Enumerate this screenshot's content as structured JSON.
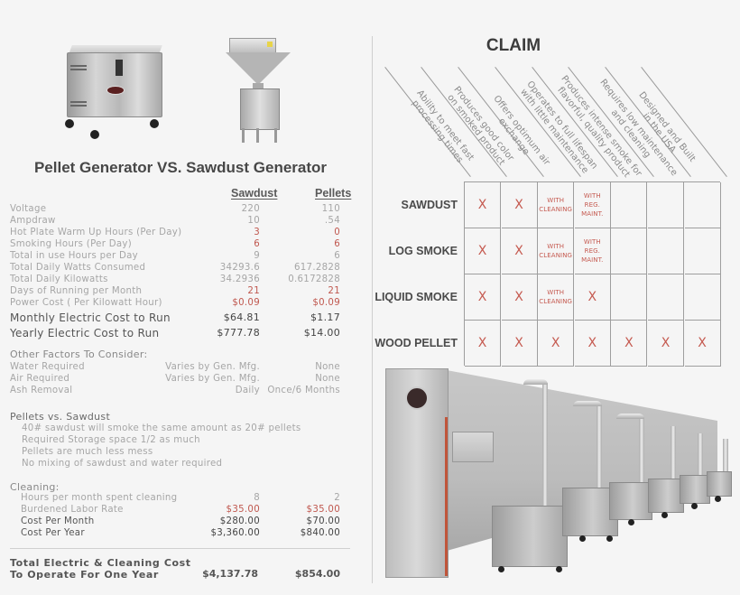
{
  "left_panel": {
    "images": [
      "sawdust-generator-image",
      "pellet-generator-image"
    ],
    "title": "Pellet Generator VS. Sawdust Generator",
    "columns": {
      "sawdust": "Sawdust",
      "pellets": "Pellets"
    },
    "electric_rows": [
      {
        "label": "Voltage",
        "sawdust": "220",
        "pellets": "110"
      },
      {
        "label": "Ampdraw",
        "sawdust": "10",
        "pellets": ".54"
      },
      {
        "label": "Hot Plate Warm Up Hours (Per Day)",
        "sawdust": "3",
        "pellets": "0"
      },
      {
        "label": "Smoking Hours (Per Day)",
        "sawdust": "6",
        "pellets": "6"
      },
      {
        "label": "Total in use Hours per Day",
        "sawdust": "9",
        "pellets": "6"
      },
      {
        "label": "Total Daily Watts Consumed",
        "sawdust": "34293.6",
        "pellets": "617.2828"
      },
      {
        "label": "Total Daily Kilowatts",
        "sawdust": "34.2936",
        "pellets": "0.6172828"
      },
      {
        "label": "Days of Running per Month",
        "sawdust": "21",
        "pellets": "21"
      },
      {
        "label": "Power Cost ( Per Kilowatt Hour)",
        "sawdust": "$0.09",
        "pellets": "$0.09"
      },
      {
        "label": "Monthly Electric Cost to Run",
        "sawdust": "$64.81",
        "pellets": "$1.17"
      },
      {
        "label": "Yearly Electric Cost to Run",
        "sawdust": "$777.78",
        "pellets": "$14.00"
      }
    ],
    "other_factors": {
      "heading": "Other Factors To Consider:",
      "rows": [
        {
          "label": "Water Required",
          "sawdust": "Varies by Gen. Mfg.",
          "pellets": "None"
        },
        {
          "label": "Air Required",
          "sawdust": "Varies by Gen. Mfg.",
          "pellets": "None"
        },
        {
          "label": "Ash Removal",
          "sawdust": "Daily",
          "pellets": "Once/6 Months"
        }
      ]
    },
    "pellets_vs_sawdust": {
      "heading": "Pellets vs. Sawdust",
      "bullets": [
        "40# sawdust will smoke the same amount as 20# pellets",
        "Required Storage space 1/2 as much",
        "Pellets are much less mess",
        "No mixing of sawdust and water required"
      ]
    },
    "cleaning": {
      "heading": "Cleaning:",
      "rows": [
        {
          "label": "Hours per month spent cleaning",
          "sawdust": "8",
          "pellets": "2"
        },
        {
          "label": "Burdened Labor Rate",
          "sawdust": "$35.00",
          "pellets": "$35.00"
        },
        {
          "label": "Cost Per Month",
          "sawdust": "$280.00",
          "pellets": "$70.00"
        },
        {
          "label": "Cost Per Year",
          "sawdust": "$3,360.00",
          "pellets": "$840.00"
        }
      ]
    },
    "total": {
      "line1": "Total Electric & Cleaning Cost",
      "line2": "To Operate For One Year",
      "sawdust": "$4,137.78",
      "pellets": "$854.00"
    }
  },
  "claim_panel": {
    "title": "CLAIM",
    "claims": [
      [
        "Ability to meet fast",
        "processing times"
      ],
      [
        "Produces good color",
        "on smoked product"
      ],
      [
        "Offers optimum air",
        "exchange"
      ],
      [
        "Operates to full lifespan",
        "with little maintenance"
      ],
      [
        "Produces intense smoke for",
        "flavorful, quality product"
      ],
      [
        "Requires low maintenance",
        "and cleaning"
      ],
      [
        "Designed and Built",
        "in the USA"
      ]
    ],
    "rows": [
      {
        "label": "SAWDUST",
        "cells": [
          "X",
          "X",
          "WITH\nCLEANING",
          "WITH\nREG.\nMAINT.",
          "",
          "",
          ""
        ]
      },
      {
        "label": "LOG SMOKE",
        "cells": [
          "X",
          "X",
          "WITH\nCLEANING",
          "WITH\nREG.\nMAINT.",
          "",
          "",
          ""
        ]
      },
      {
        "label": "LIQUID SMOKE",
        "cells": [
          "X",
          "X",
          "WITH\nCLEANING",
          "X",
          "",
          "",
          ""
        ]
      },
      {
        "label": "WOOD PELLET",
        "cells": [
          "X",
          "X",
          "X",
          "X",
          "X",
          "X",
          "X"
        ]
      }
    ],
    "image": "smokehouse-with-pellet-generators-image"
  },
  "colors": {
    "background": "#f5f5f5",
    "accent_red": "#c55a50",
    "text_gray": "#a6a6a6",
    "text_dark": "#444444",
    "grid_line": "#9e9e9e"
  }
}
